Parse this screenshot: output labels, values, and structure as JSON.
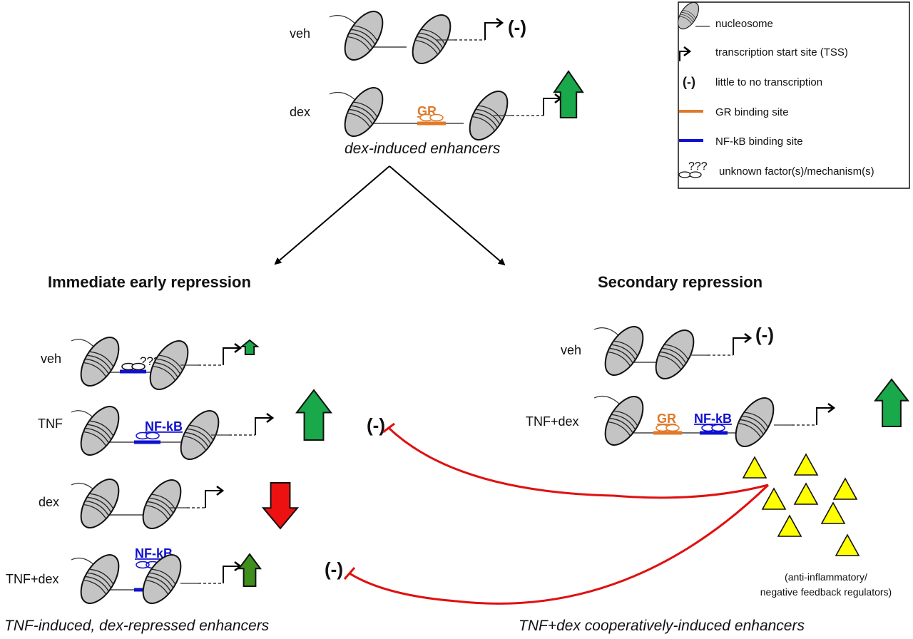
{
  "colors": {
    "nucleosome_fill": "#c4c4c4",
    "gr": "#e07a2a",
    "nfkb": "#1010d0",
    "up_arrow": "#19a84a",
    "up_arrow_dark": "#3f8f1c",
    "down_arrow": "#ee1111",
    "inhibit": "#e01010",
    "regulator": "#ffff00"
  },
  "legend": {
    "items": [
      {
        "icon": "nucleosome-icon",
        "label": "nucleosome"
      },
      {
        "icon": "tss-arrow-icon",
        "label": "transcription start site (TSS)"
      },
      {
        "icon": "no-transcription-icon",
        "symbol": "(-)",
        "label": "little to no transcription"
      },
      {
        "icon": "gr-binding-site-icon",
        "label": "GR binding site"
      },
      {
        "icon": "nfkb-binding-site-icon",
        "label": "NF-kB binding site"
      },
      {
        "icon": "unknown-factor-icon",
        "symbol": "???",
        "label": "unknown factor(s)/mechanism(s)"
      }
    ]
  },
  "top": {
    "rows": [
      {
        "condition": "veh",
        "output": "(-)"
      },
      {
        "condition": "dex",
        "factor": "GR",
        "output": "up-arrow"
      }
    ],
    "caption": "dex-induced enhancers"
  },
  "left": {
    "title": "Immediate early repression",
    "rows": [
      {
        "condition": "veh",
        "factor": "???",
        "output": "small-up-arrow"
      },
      {
        "condition": "TNF",
        "factor": "NF-kB",
        "output": "up-arrow",
        "effect": "(-)"
      },
      {
        "condition": "dex",
        "output": "down-arrow"
      },
      {
        "condition": "TNF+dex",
        "factor": "NF-kB",
        "output": "small-up-arrow",
        "effect": "(-)"
      }
    ],
    "caption": "TNF-induced, dex-repressed enhancers"
  },
  "right": {
    "title": "Secondary repression",
    "rows": [
      {
        "condition": "veh",
        "output": "(-)"
      },
      {
        "condition": "TNF+dex",
        "factors": [
          "GR",
          "NF-kB"
        ],
        "output": "up-arrow"
      }
    ],
    "regulators_label_line1": "(anti-inflammatory/",
    "regulators_label_line2": "negative feedback regulators)",
    "caption": "TNF+dex cooperatively-induced enhancers"
  }
}
